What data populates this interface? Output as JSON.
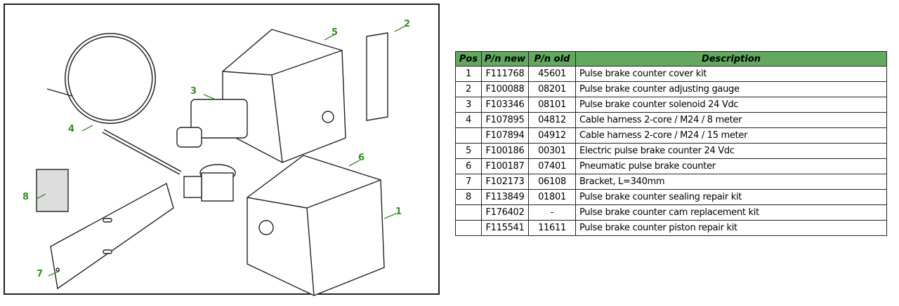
{
  "diagram": {
    "callouts": [
      "1",
      "2",
      "3",
      "4",
      "5",
      "6",
      "7",
      "8"
    ]
  },
  "table": {
    "headers": [
      "Pos",
      "P/n new",
      "P/n old",
      "Description"
    ],
    "rows": [
      [
        "1",
        "F111768",
        "45601",
        "Pulse brake counter cover kit"
      ],
      [
        "2",
        "F100088",
        "08201",
        "Pulse brake counter adjusting gauge"
      ],
      [
        "3",
        "F103346",
        "08101",
        "Pulse brake counter solenoid 24 Vdc"
      ],
      [
        "4",
        "F107895",
        "04812",
        "Cable harness 2-core / M24 / 8 meter"
      ],
      [
        "",
        "F107894",
        "04912",
        "Cable harness 2-core / M24 / 15 meter"
      ],
      [
        "5",
        "F100186",
        "00301",
        "Electric pulse brake counter 24 Vdc"
      ],
      [
        "6",
        "F100187",
        "07401",
        "Pneumatic pulse brake counter"
      ],
      [
        "7",
        "F102173",
        "06108",
        "Bracket, L=340mm"
      ],
      [
        "8",
        "F113849",
        "01801",
        "Pulse brake counter sealing repair kit"
      ],
      [
        "",
        "F176402",
        "-",
        "Pulse brake counter cam replacement kit"
      ],
      [
        "",
        "F115541",
        "11611",
        "Pulse brake counter piston repair kit"
      ]
    ]
  },
  "colors": {
    "header": "#62a860",
    "callout": "#3a8a2a"
  }
}
